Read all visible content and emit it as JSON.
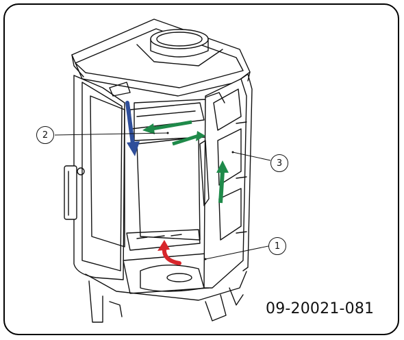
{
  "figure": {
    "part_number": "09-20021-081",
    "callouts": [
      {
        "id": "1",
        "label": "1"
      },
      {
        "id": "2",
        "label": "2"
      },
      {
        "id": "3",
        "label": "3"
      }
    ]
  },
  "airflow_arrows": [
    {
      "name": "red-intake-arrow",
      "color": "#d7262b"
    },
    {
      "name": "blue-downflow-arrow",
      "color": "#2f4e9a"
    },
    {
      "name": "green-top-arrow",
      "color": "#1f8a4a"
    },
    {
      "name": "green-side-arrow",
      "color": "#1f8a4a"
    }
  ]
}
